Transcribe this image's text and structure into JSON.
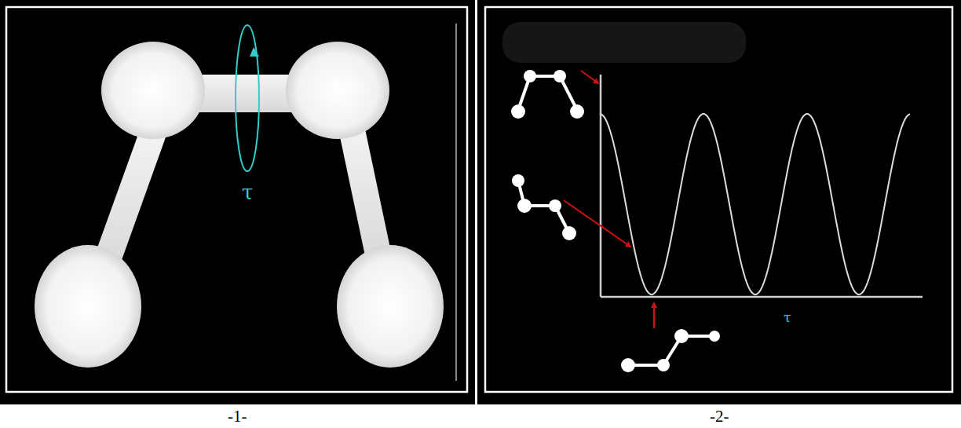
{
  "diagram": {
    "labels": [
      "τ",
      "τ",
      "-1-",
      "-2-"
    ]
  }
}
